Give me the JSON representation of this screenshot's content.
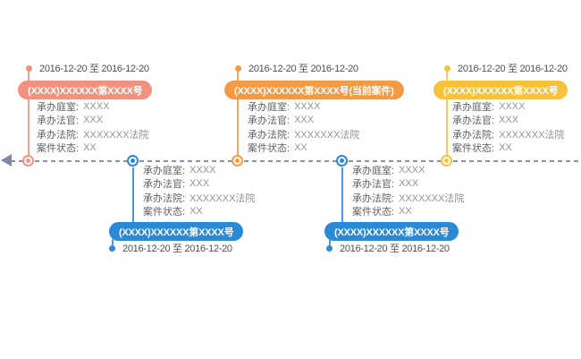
{
  "timeline": {
    "axis": {
      "line_color": "#8793ab",
      "arrow_color": "#7e8ba5"
    },
    "items": [
      {
        "id": "case-1",
        "position": "above",
        "color": "#f2917e",
        "is_current": false,
        "date_range": "2016-12-20 至 2016-12-20",
        "title": "(XXXX)XXXXXX第XXXX号",
        "details": [
          {
            "label": "承办庭室:",
            "value": "XXXX"
          },
          {
            "label": "承办法官:",
            "value": "XXX"
          },
          {
            "label": "承办法院:",
            "value": "XXXXXXX法院"
          },
          {
            "label": "案件状态:",
            "value": "XX"
          }
        ]
      },
      {
        "id": "case-2",
        "position": "below",
        "color": "#2c89d6",
        "is_current": false,
        "date_range": "2016-12-20 至 2016-12-20",
        "title": "(XXXX)XXXXXX第XXXX号",
        "details": [
          {
            "label": "承办庭室:",
            "value": "XXXX"
          },
          {
            "label": "承办法官:",
            "value": "XXX"
          },
          {
            "label": "承办法院:",
            "value": "XXXXXXX法院"
          },
          {
            "label": "案件状态:",
            "value": "XX"
          }
        ]
      },
      {
        "id": "case-3",
        "position": "above",
        "color": "#f49a45",
        "is_current": true,
        "date_range": "2016-12-20 至 2016-12-20",
        "title": "(XXXX)XXXXXX第XXXX号(当前案件)",
        "details": [
          {
            "label": "承办庭室:",
            "value": "XXXX"
          },
          {
            "label": "承办法官:",
            "value": "XXX"
          },
          {
            "label": "承办法院:",
            "value": "XXXXXXX法院"
          },
          {
            "label": "案件状态:",
            "value": "XX"
          }
        ]
      },
      {
        "id": "case-4",
        "position": "below",
        "color": "#2c89d6",
        "is_current": false,
        "date_range": "2016-12-20 至 2016-12-20",
        "title": "(XXXX)XXXXXX第XXXX号",
        "details": [
          {
            "label": "承办庭室:",
            "value": "XXXX"
          },
          {
            "label": "承办法官:",
            "value": "XXX"
          },
          {
            "label": "承办法院:",
            "value": "XXXXXXX法院"
          },
          {
            "label": "案件状态:",
            "value": "XX"
          }
        ]
      },
      {
        "id": "case-5",
        "position": "above",
        "color": "#f8c13a",
        "is_current": false,
        "date_range": "2016-12-20 至 2016-12-20",
        "title": "(XXXX)XXXXXX第XXXX号",
        "details": [
          {
            "label": "承办庭室:",
            "value": "XXXX"
          },
          {
            "label": "承办法官:",
            "value": "XXX"
          },
          {
            "label": "承办法院:",
            "value": "XXXXXXX法院"
          },
          {
            "label": "案件状态:",
            "value": "XX"
          }
        ]
      }
    ]
  }
}
